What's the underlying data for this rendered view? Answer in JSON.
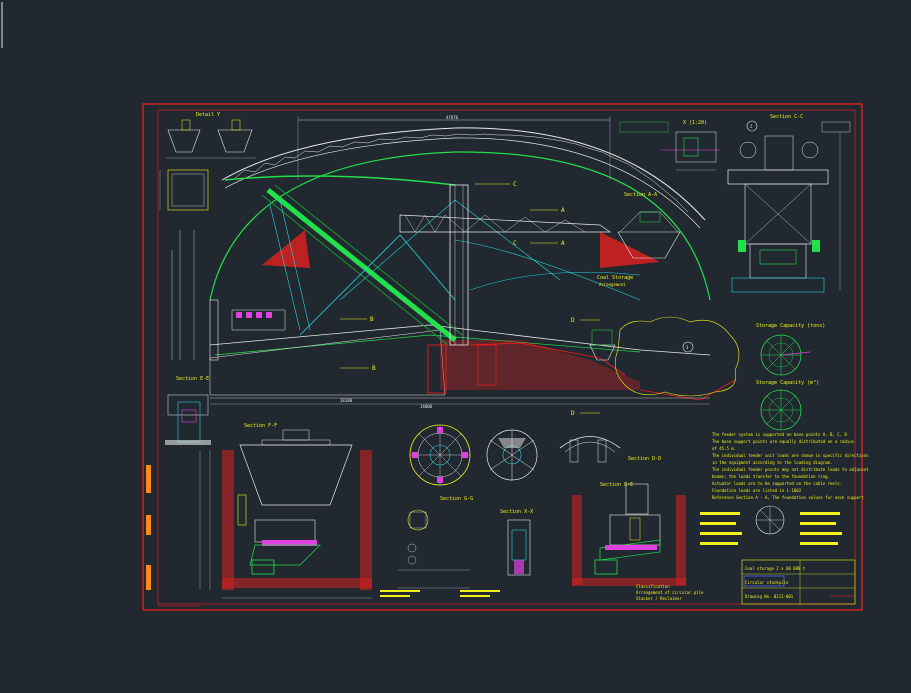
{
  "colors": {
    "background": "#212830",
    "frame": "#ff1a1a",
    "green": "#22e04a",
    "cyan": "#22d6e0",
    "yellow": "#f2f21a",
    "white": "#e8e8e8",
    "magenta": "#e040e0",
    "red": "#d82020",
    "orange": "#ff8a1a",
    "blue": "#4a6aff"
  },
  "labels": {
    "detail_y": "Detail Y",
    "section_ee": "Section E-E",
    "section_ff": "Section F-F",
    "section_aa": "Section A-A",
    "section_cc": "Section C-C",
    "section_dd": "Section D-D",
    "section_gg": "Section G-G",
    "section_xx": "Section X-X",
    "section_ee2": "Section E-E",
    "detail_x": "X (1:20)",
    "coal_storage": "Coal Storage",
    "coal_storage_sub": "Arrangement",
    "storage_capacity_upper": "Storage Capacity (tons)",
    "storage_capacity_lower": "Storage Capacity (m³)",
    "mark_a": "A",
    "mark_b": "B",
    "mark_c": "C",
    "mark_d": "D",
    "mark_x": "X",
    "circle_2": "2",
    "circle_3": "3",
    "dim_top": "47870",
    "dim_mid": "18100",
    "dim_bottom": "14000",
    "note_title": "General notes",
    "notes": [
      "The feeder system is supported on base points A, B, C, D",
      "The base support points are equally distributed on a radius",
      "of 45.5 m.",
      "The individual feeder unit loads are shown in specific directions",
      "in the equipment according to the loading diagram.",
      "The individual feeder points may not distribute loads to adjacent",
      "beams; the loads transfer to the foundation ring.",
      "Actuator loads are to be supported on the cable reels.",
      "Foundation loads are listed in L-1002",
      "Reference Section A - A, The foundation values for each support"
    ],
    "tb_rows": [
      "Coal storage 2 x 60 000 t",
      "Circular stockpile",
      "Drawing No. 0111-001"
    ],
    "bottom_notes": [
      "Classification",
      "Arrangement of circular pile",
      "Stacker / Reclaimer"
    ]
  }
}
